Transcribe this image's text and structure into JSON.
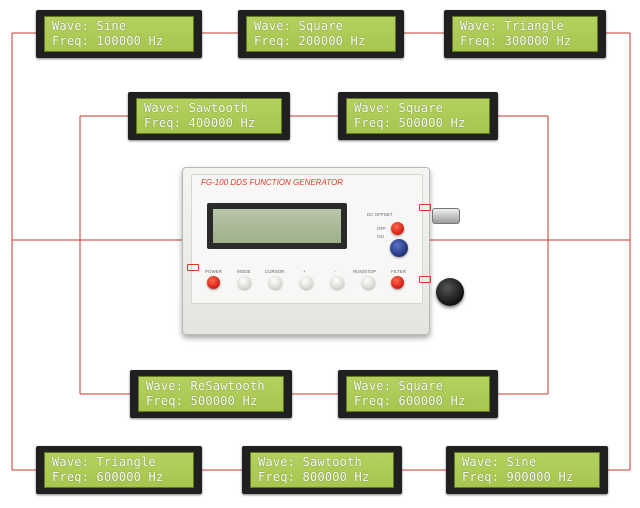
{
  "device": {
    "title": "FG-100 DDS FUNCTION GENERATOR",
    "dc_offset_label": "DC OFFSET",
    "off_label": "OFF",
    "on_label": "ON",
    "buttons": [
      "POWER",
      "MODE",
      "CURSOR",
      "+",
      "-",
      "RUN/STOP",
      "FILTER"
    ]
  },
  "colors": {
    "wire": "#c0392b",
    "lcd_background": "#a9c955",
    "lcd_text": "#ffffff",
    "device_title": "#d83a2a"
  },
  "displays": [
    {
      "wave": "Wave: Sine",
      "freq": "Freq: 100000 Hz"
    },
    {
      "wave": "Wave: Square",
      "freq": "Freq: 200000 Hz"
    },
    {
      "wave": "Wave: Triangle",
      "freq": "Freq: 300000 Hz"
    },
    {
      "wave": "Wave: Sawtooth",
      "freq": "Freq: 400000 Hz"
    },
    {
      "wave": "Wave: Square",
      "freq": "Freq: 500000 Hz"
    },
    {
      "wave": "Wave: ReSawtooth",
      "freq": "Freq: 500000 Hz"
    },
    {
      "wave": "Wave: Square",
      "freq": "Freq: 600000 Hz"
    },
    {
      "wave": "Wave: Triangle",
      "freq": "Freq: 600000 Hz"
    },
    {
      "wave": "Wave: Sawtooth",
      "freq": "Freq: 800000 Hz"
    },
    {
      "wave": "Wave: Sine",
      "freq": "Freq: 900000 Hz"
    }
  ]
}
